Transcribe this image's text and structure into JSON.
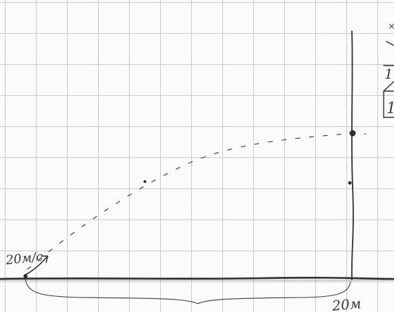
{
  "sketch": {
    "launch_speed_label": "20м/с",
    "distance_label": "20м",
    "corner_mark_top": "×",
    "corner_mark_mid": "1",
    "corner_mark_low": "1"
  },
  "colors": {
    "ink": "#333333",
    "grid": "#c9c9c6",
    "paper": "#fbfbf9"
  }
}
